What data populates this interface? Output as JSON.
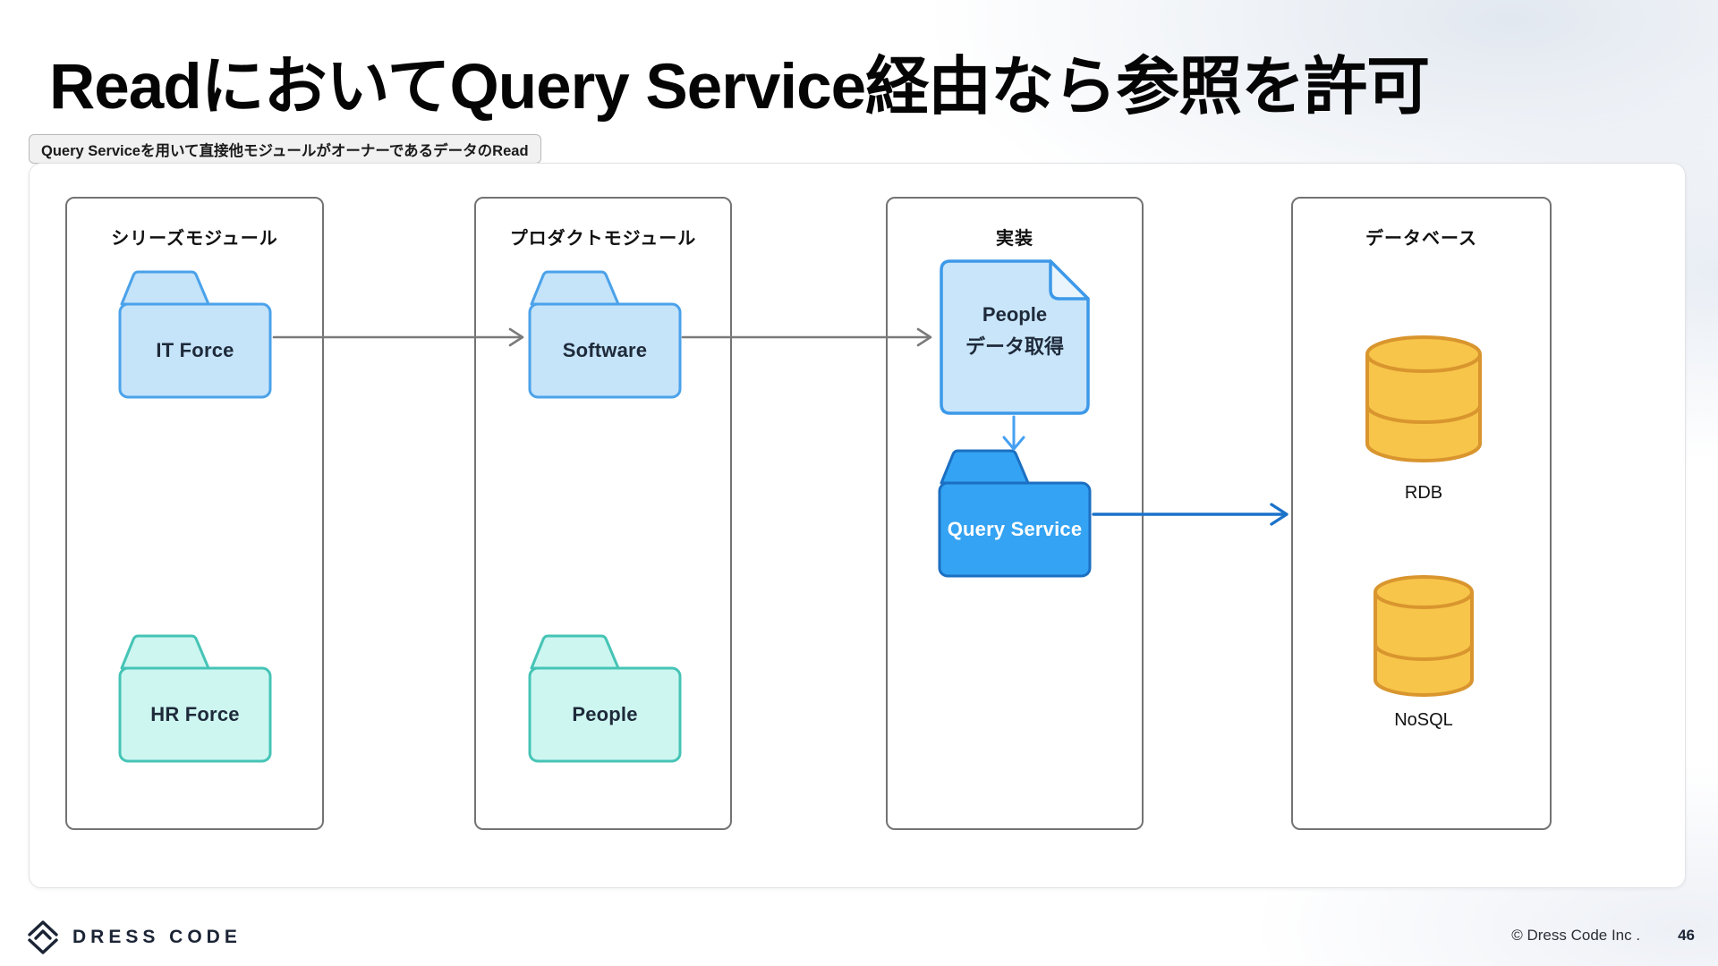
{
  "slide": {
    "title": "ReadにおいてQuery Service経由なら参照を許可",
    "badge": "Query Serviceを用いて直接他モジュールがオーナーであるデータのRead"
  },
  "diagram": {
    "columns": {
      "series": {
        "header": "シリーズモジュール"
      },
      "product": {
        "header": "プロダクトモジュール"
      },
      "implementation": {
        "header": "実装"
      },
      "database": {
        "header": "データベース"
      }
    },
    "nodes": {
      "it_force": {
        "type": "folder",
        "label": "IT Force",
        "color": "light-blue"
      },
      "hr_force": {
        "type": "folder",
        "label": "HR Force",
        "color": "mint"
      },
      "software": {
        "type": "folder",
        "label": "Software",
        "color": "light-blue"
      },
      "people": {
        "type": "folder",
        "label": "People",
        "color": "mint"
      },
      "people_fetch_doc": {
        "type": "document",
        "label_line1": "People",
        "label_line2": "データ取得",
        "color": "light-blue"
      },
      "query_service": {
        "type": "folder",
        "label": "Query Service",
        "color": "bright-blue"
      },
      "rdb": {
        "type": "database-cylinder",
        "label": "RDB",
        "color": "amber"
      },
      "nosql": {
        "type": "database-cylinder",
        "label": "NoSQL",
        "color": "amber"
      }
    },
    "edges": [
      {
        "from": "it_force",
        "to": "software",
        "color": "#7a7a7a"
      },
      {
        "from": "software",
        "to": "people_fetch_doc",
        "color": "#7a7a7a"
      },
      {
        "from": "people_fetch_doc",
        "to": "query_service",
        "color": "#45a0f2"
      },
      {
        "from": "query_service",
        "to": "database",
        "color": "#1b72c9"
      }
    ]
  },
  "footer": {
    "logo_text": "DRESS CODE",
    "copyright": "© Dress Code Inc .",
    "page": "46"
  },
  "colors": {
    "module_blue_fill": "#C5E3F9",
    "module_blue_border": "#4BA2EA",
    "mint_fill": "#CDF6F0",
    "mint_border": "#45C4B6",
    "query_fill": "#34A3F3",
    "query_border": "#1C6FC2",
    "doc_fill": "#C9E5FA",
    "doc_fold_fill": "#E9F4FD",
    "doc_border": "#3D99E8",
    "cylinder_fill": "#F7C54A",
    "cylinder_border": "#D9952E",
    "column_border": "#737373",
    "arrow_gray": "#7A7A7A",
    "arrow_blue_light": "#45A0F2",
    "arrow_blue_dark": "#1B72C9",
    "logo_navy": "#1B2435"
  }
}
